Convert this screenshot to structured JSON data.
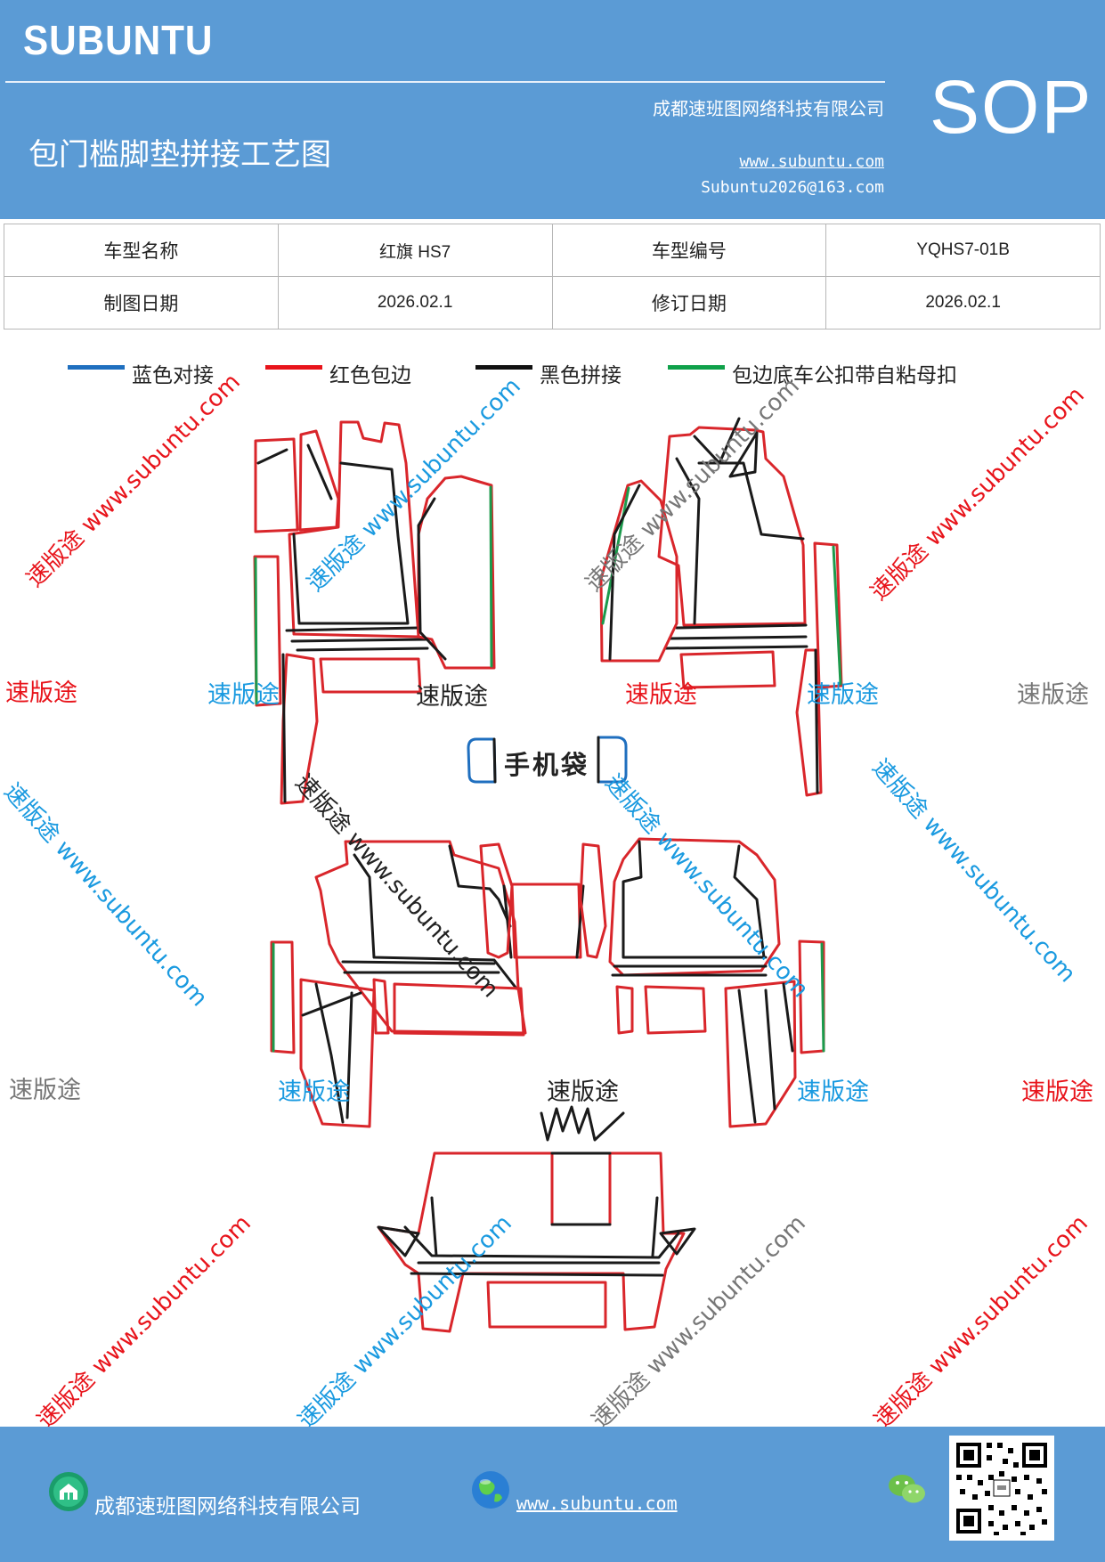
{
  "header": {
    "brand": "SUBUNTU",
    "company": "成都速班图网络科技有限公司",
    "title": "包门槛脚垫拼接工艺图",
    "website": "www.subuntu.com",
    "email": "Subuntu2026@163.com",
    "badge": "SOP"
  },
  "info_table": {
    "rows": [
      [
        "车型名称",
        "红旗 HS7",
        "车型编号",
        "YQHS7-01B"
      ],
      [
        "制图日期",
        "2026.02.1",
        "修订日期",
        "2026.02.1"
      ]
    ]
  },
  "legend": [
    {
      "label": "蓝色对接",
      "color": "#1f6fbf"
    },
    {
      "label": "红色包边",
      "color": "#e8141b"
    },
    {
      "label": "黑色拼接",
      "color": "#111111"
    },
    {
      "label": "包边底车公扣带自粘母扣",
      "color": "#0fa14a"
    }
  ],
  "colors": {
    "blue": "#1f6fbf",
    "red": "#d9262b",
    "black": "#1a1a1a",
    "green": "#1c9a4c",
    "brand": "#5b9bd5"
  },
  "drawing": {
    "phone_bag_label": "手机袋"
  },
  "watermarks": {
    "site": "www.subuntu.com",
    "name": "速版途"
  },
  "footer": {
    "company": "成都速班图网络科技有限公司",
    "website": "www.subuntu.com",
    "icons": [
      "building-icon",
      "globe-icon",
      "wechat-icon",
      "qr-code"
    ]
  }
}
